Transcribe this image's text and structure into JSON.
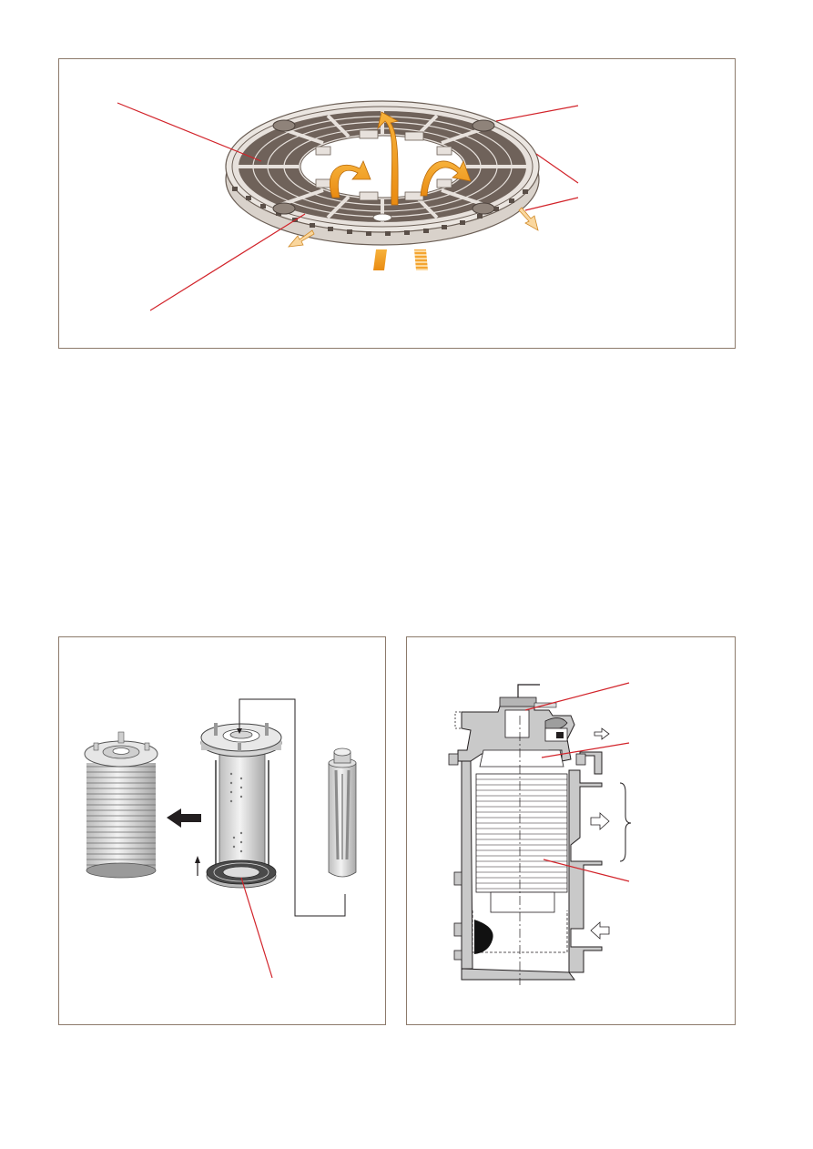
{
  "figures": [
    {
      "id": "filter-disc-flow-diagram",
      "labels": []
    },
    {
      "id": "filter-cartridge-assembly-diagram",
      "labels": []
    },
    {
      "id": "filter-housing-cross-section",
      "labels": []
    }
  ],
  "colors": {
    "frame": "#8c7a6b",
    "leader_line": "#d2232a",
    "flow_arrow": "#f29a1f",
    "disc_face": "#e7e1dc",
    "disc_mesh": "#6f625a",
    "housing_gray": "#c9c9c9"
  },
  "icons": [
    "curved-flow-arrow-icon",
    "outflow-arrow-icon",
    "inflow-arrow-icon",
    "solid-left-arrow-icon",
    "up-arrow-icon",
    "hollow-right-arrow-icon",
    "hollow-left-arrow-icon"
  ]
}
